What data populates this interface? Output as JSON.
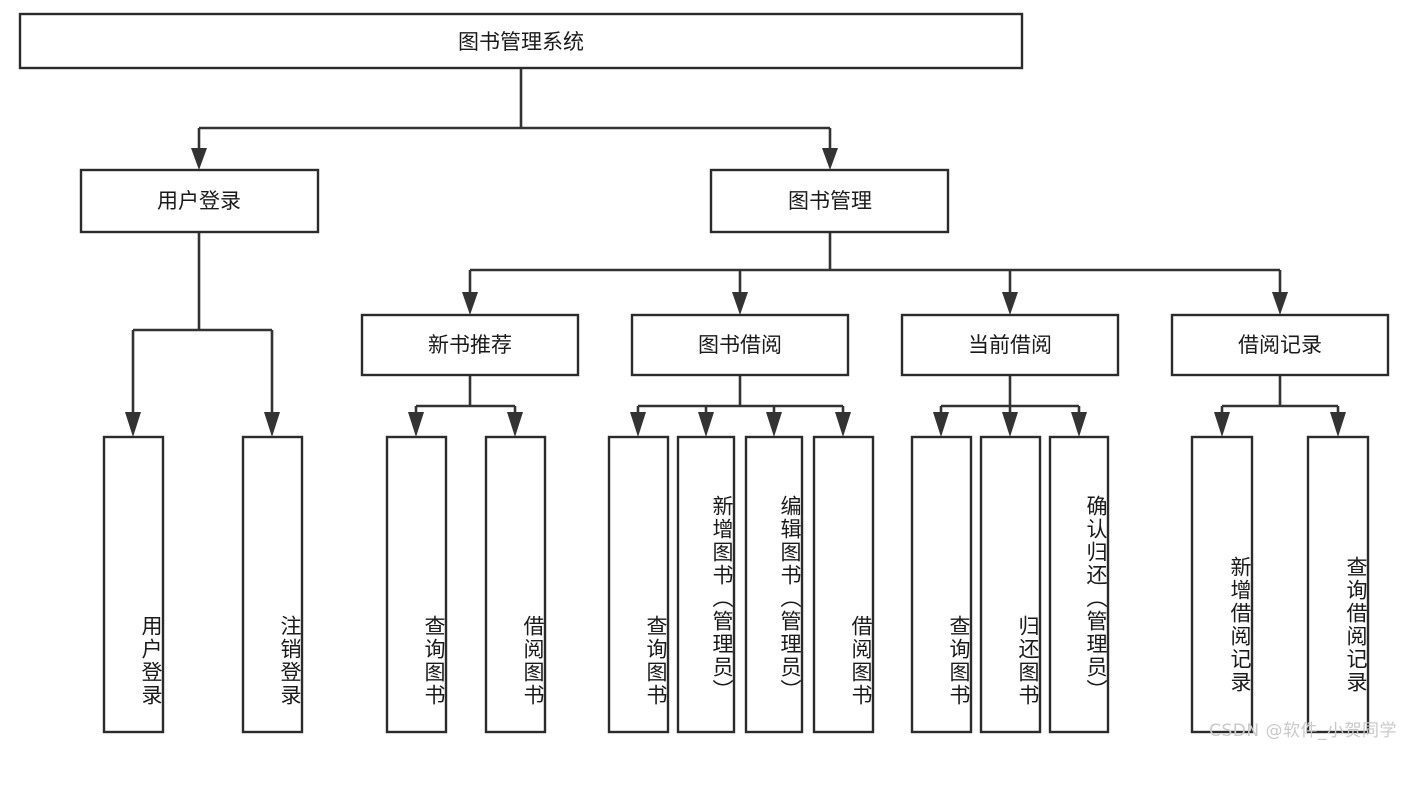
{
  "diagram": {
    "title": "图书管理系统",
    "type": "tree",
    "watermark": "CSDN @软件_小贺同学",
    "colors": {
      "box_stroke": "#2b2b2b",
      "connector": "#333333",
      "box_fill": "#ffffff",
      "text": "#1a1a1a",
      "watermark": "#c9c9c9",
      "background": "#ffffff"
    },
    "root": {
      "label": "图书管理系统",
      "id": "root"
    },
    "level2": [
      {
        "id": "user-login",
        "label": "用户登录"
      },
      {
        "id": "book-manage",
        "label": "图书管理"
      }
    ],
    "level3": [
      {
        "id": "new-book-recommend",
        "label": "新书推荐",
        "parent": "book-manage"
      },
      {
        "id": "book-borrow",
        "label": "图书借阅",
        "parent": "book-manage"
      },
      {
        "id": "current-borrow",
        "label": "当前借阅",
        "parent": "book-manage"
      },
      {
        "id": "borrow-record",
        "label": "借阅记录",
        "parent": "book-manage"
      }
    ],
    "leaves": [
      {
        "id": "leaf-user-login",
        "label": "用户登录",
        "parent": "user-login"
      },
      {
        "id": "leaf-user-logout",
        "label": "注销登录",
        "parent": "user-login"
      },
      {
        "id": "leaf-query-book-1",
        "label": "查询图书",
        "parent": "new-book-recommend"
      },
      {
        "id": "leaf-borrow-book-1",
        "label": "借阅图书",
        "parent": "new-book-recommend"
      },
      {
        "id": "leaf-query-book-2",
        "label": "查询图书",
        "parent": "book-borrow"
      },
      {
        "id": "leaf-add-book",
        "label": "新增图书（管理员）",
        "parent": "book-borrow"
      },
      {
        "id": "leaf-edit-book",
        "label": "编辑图书（管理员）",
        "parent": "book-borrow"
      },
      {
        "id": "leaf-borrow-book-2",
        "label": "借阅图书",
        "parent": "book-borrow"
      },
      {
        "id": "leaf-query-book-3",
        "label": "查询图书",
        "parent": "current-borrow"
      },
      {
        "id": "leaf-return-book",
        "label": "归还图书",
        "parent": "current-borrow"
      },
      {
        "id": "leaf-confirm-return",
        "label": "确认归还（管理员）",
        "parent": "current-borrow"
      },
      {
        "id": "leaf-add-record",
        "label": "新增借阅记录",
        "parent": "borrow-record"
      },
      {
        "id": "leaf-query-record",
        "label": "查询借阅记录",
        "parent": "borrow-record"
      }
    ]
  }
}
